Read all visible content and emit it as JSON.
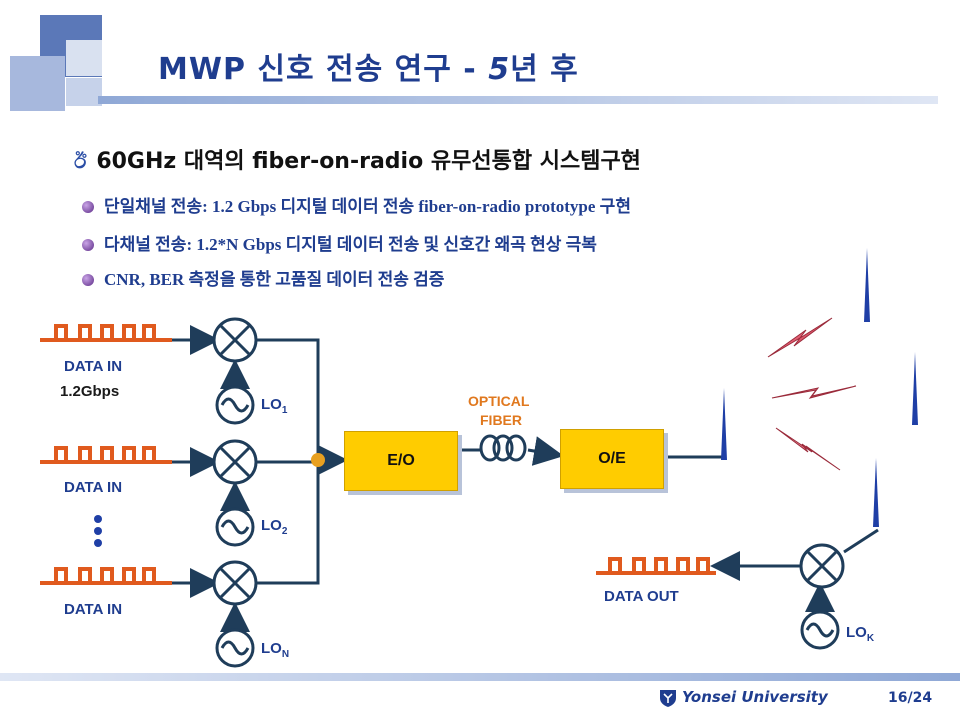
{
  "slide": {
    "title_pre": "MWP 신호 전송 연구 - ",
    "title_num": "5",
    "title_post": "년 후",
    "main_bullet": "60GHz 대역의 fiber-on-radio 유무선통합 시스템구현",
    "sub_bullets": [
      "단일채널 전송: 1.2 Gbps 디지털 데이터 전송 fiber-on-radio prototype 구현",
      "다채널 전송: 1.2*N Gbps 디지털 데이터 전송 및 신호간 왜곡 현상 극복",
      "CNR, BER 측정을 통한 고품질 데이터 전송 검증"
    ],
    "footer": "Yonsei University",
    "page_number": "16/24"
  },
  "diagram": {
    "data_in_label": "DATA IN",
    "rate_label": "1.2Gbps",
    "lo_base": "LO",
    "lo_subs": [
      "1",
      "2",
      "N",
      "K"
    ],
    "eo_label": "E/O",
    "oe_label": "O/E",
    "optical_label_line1": "OPTICAL",
    "optical_label_line2": "FIBER",
    "data_out_label": "DATA OUT",
    "colors": {
      "line": "#1f3d5a",
      "signal": "#e05a1e",
      "box": "#ffcc00",
      "antenna": "#1f3fa6",
      "accent": "#1f3d8f"
    }
  }
}
